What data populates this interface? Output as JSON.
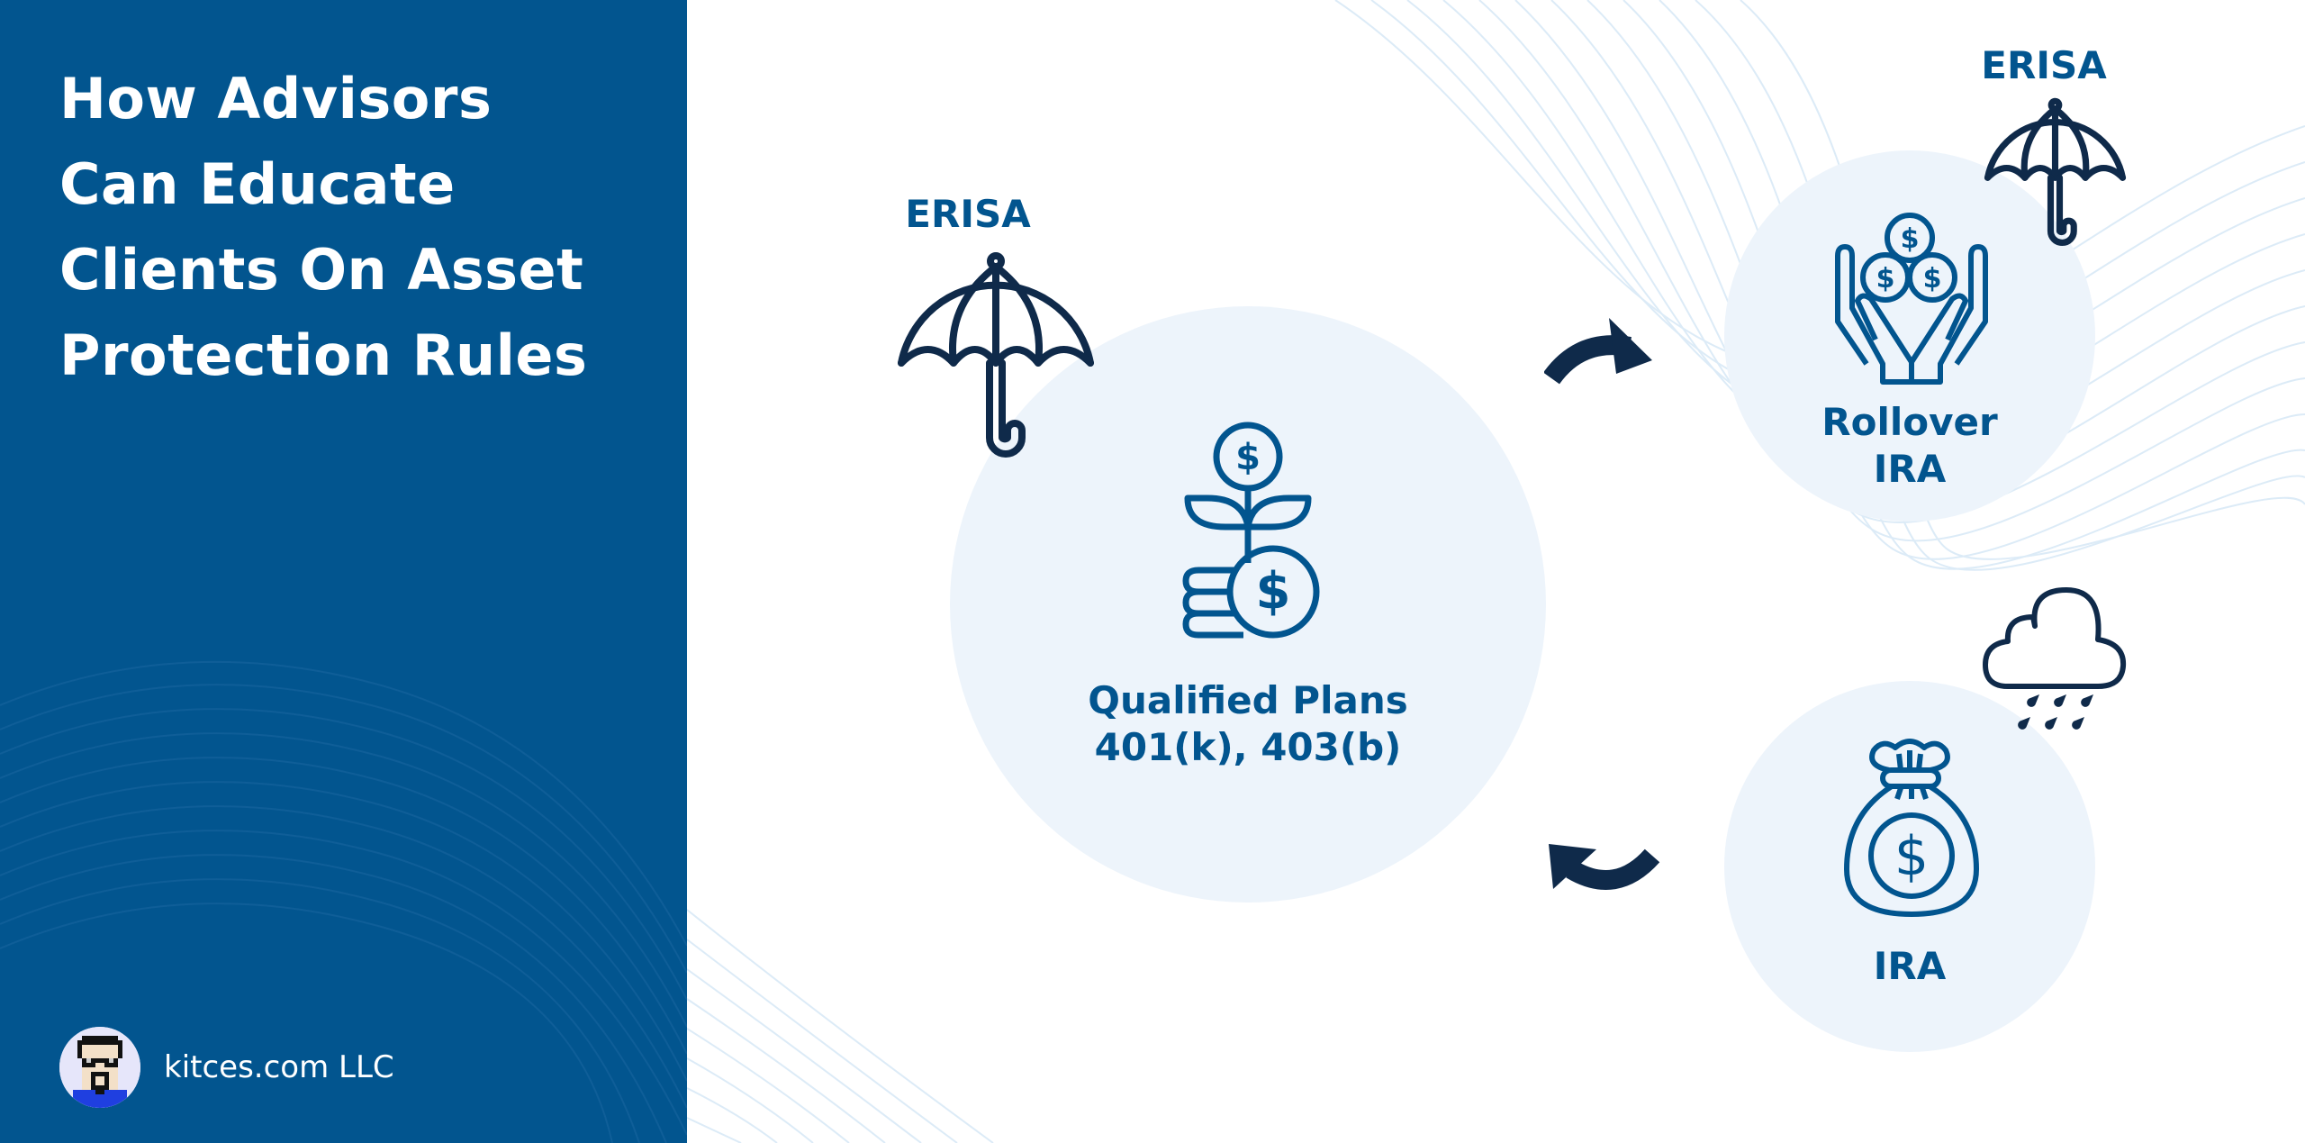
{
  "sidebar": {
    "title_lines": [
      "How Advisors",
      "Can Educate",
      "Clients On Asset",
      "Protection Rules"
    ],
    "footer": {
      "avatar_icon": "pixel-avatar-icon",
      "brand": "kitces.com LLC"
    }
  },
  "diagram": {
    "nodes": [
      {
        "id": "qualified-plans",
        "label_lines": [
          "Qualified Plans",
          "401(k), 403(b)"
        ],
        "icon": "money-plant-coins-icon",
        "protection_label": "ERISA",
        "protection_icon": "umbrella-icon"
      },
      {
        "id": "rollover-ira",
        "label_lines": [
          "Rollover",
          "IRA"
        ],
        "icon": "hands-holding-coins-icon",
        "protection_label": "ERISA",
        "protection_icon": "umbrella-icon"
      },
      {
        "id": "ira",
        "label_lines": [
          "IRA"
        ],
        "icon": "money-bag-icon",
        "exposure_icon": "rain-cloud-icon"
      }
    ],
    "edges": [
      {
        "from": "qualified-plans",
        "to": "rollover-ira",
        "icon": "curved-arrow-right-icon"
      },
      {
        "from": "ira",
        "to": "qualified-plans",
        "icon": "curved-arrow-left-icon"
      }
    ]
  },
  "colors": {
    "sidebar_bg": "#02558f",
    "accent_text": "#02558f",
    "icon_dark": "#0f2a4a",
    "circle_fill": "#edf4fb",
    "background": "#ffffff"
  }
}
